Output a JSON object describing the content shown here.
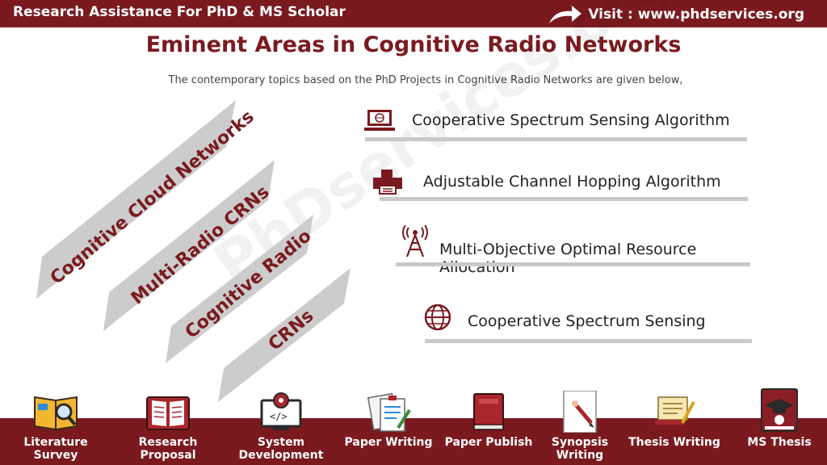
{
  "header": {
    "brand": "Research Assistance For PhD & MS Scholar",
    "visit": "Visit : www.phdservices.org"
  },
  "title": "Eminent Areas in Cognitive Radio Networks",
  "subtitle": "The contemporary topics based on the PhD Projects in Cognitive Radio Networks are given below,",
  "watermark": "PhDservices.org",
  "arrows": [
    {
      "label": "Cognitive Cloud Networks"
    },
    {
      "label": "Multi-Radio CRNs"
    },
    {
      "label": "Cognitive Radio"
    },
    {
      "label": "CRNs"
    }
  ],
  "topics": [
    {
      "label": "Cooperative Spectrum Sensing Algorithm",
      "icon": "laptop-globe-icon"
    },
    {
      "label": "Adjustable Channel Hopping Algorithm",
      "icon": "printer-icon"
    },
    {
      "label": "Multi-Objective Optimal Resource Allocation",
      "icon": "antenna-tower-icon"
    },
    {
      "label": "Cooperative Spectrum Sensing",
      "icon": "globe-icon"
    }
  ],
  "services": [
    {
      "label": "Literature Survey",
      "icon": "literature-survey-icon"
    },
    {
      "label": "Research Proposal",
      "icon": "research-proposal-icon"
    },
    {
      "label": "System Development",
      "icon": "system-development-icon"
    },
    {
      "label": "Paper Writing",
      "icon": "paper-writing-icon"
    },
    {
      "label": "Paper Publish",
      "icon": "paper-publish-icon"
    },
    {
      "label": "Synopsis Writing",
      "icon": "synopsis-writing-icon"
    },
    {
      "label": "Thesis Writing",
      "icon": "thesis-writing-icon"
    },
    {
      "label": "MS Thesis",
      "icon": "ms-thesis-icon"
    }
  ],
  "colors": {
    "brand": "#7a1a1f",
    "arrow": "#cccccc",
    "underline": "#c9c9c9"
  }
}
